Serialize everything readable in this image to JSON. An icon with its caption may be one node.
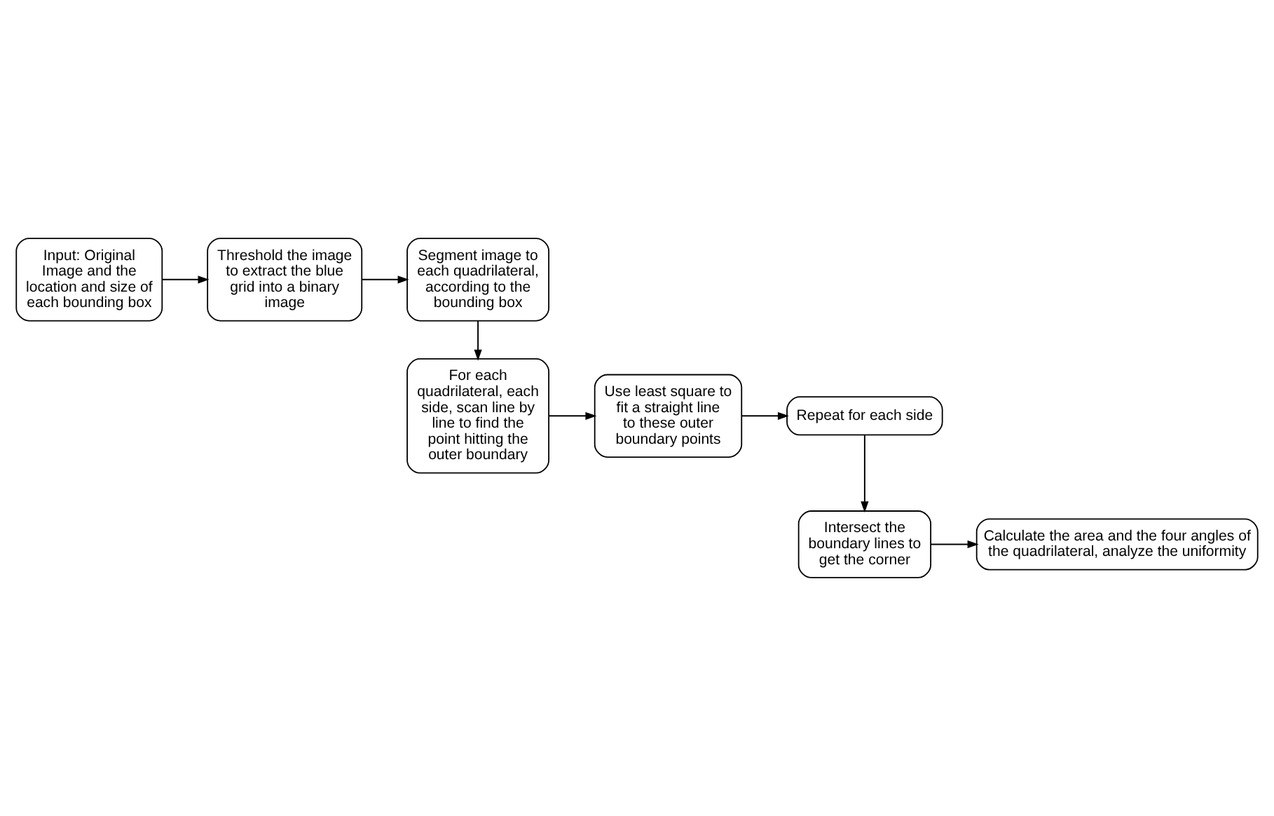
{
  "diagram": {
    "nodes": [
      {
        "text": [
          "Input: Original Image and the location and size of each bounding box"
        ]
      },
      {
        "text": [
          "Threshold the image to extract the blue grid into a binary image"
        ]
      },
      {
        "text": [
          "Segment image to each quadrilateral, according to the bounding box"
        ]
      },
      {
        "text": [
          "For each quadrilateral, each side, scan line by line to find the point hitting the outer boundary"
        ]
      },
      {
        "text": [
          "Use least square to fit a straight line to these outer boundary points"
        ]
      },
      {
        "text": [
          "Repeat for each side"
        ]
      },
      {
        "text": [
          "Intersect the boundary lines to get the corner"
        ]
      },
      {
        "text": [
          "Calculate the area and the four angles of the quadrilateral, analyze the uniformity"
        ]
      }
    ],
    "edges": [
      {
        "from": 0,
        "to": 1,
        "arrow": "to"
      },
      {
        "from": 1,
        "to": 2,
        "arrow": "to"
      },
      {
        "from": 2,
        "to": 3,
        "arrow": "to"
      },
      {
        "from": 3,
        "to": 4,
        "arrow": "to"
      },
      {
        "from": 4,
        "to": 5,
        "arrow": "to"
      },
      {
        "from": 5,
        "to": 6,
        "arrow": "to"
      },
      {
        "from": 6,
        "to": 7,
        "arrow": "to"
      }
    ]
  }
}
